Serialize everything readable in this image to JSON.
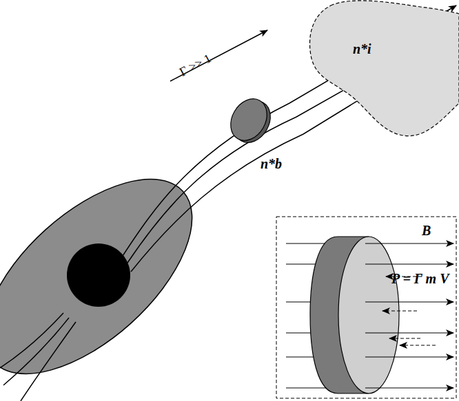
{
  "diagram": {
    "nodes": [
      {
        "text": [
          "n*i"
        ]
      },
      {
        "text": [
          "n*b"
        ]
      },
      {
        "text": [
          "B",
          "P = Γ m V"
        ]
      }
    ],
    "labels": [
      "Γ >> 1"
    ]
  }
}
